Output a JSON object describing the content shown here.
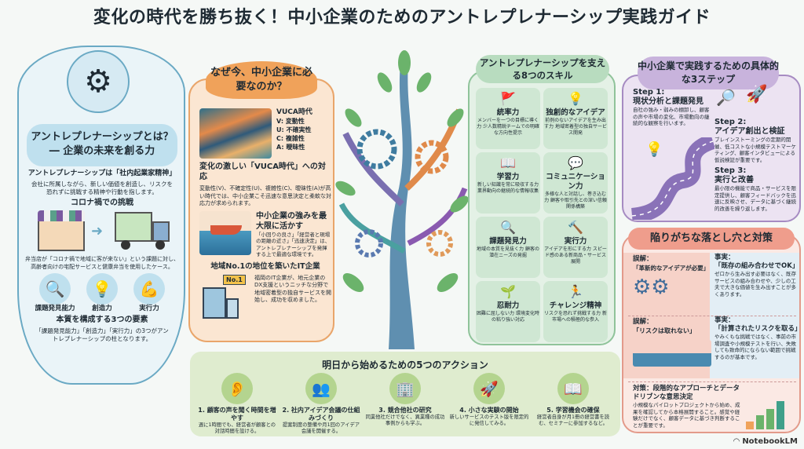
{
  "title": "変化の時代を勝ち抜く！中小企業のためのアントレプレナーシップ実践ガイド",
  "left": {
    "heading1": "アントレプレナーシップとは？",
    "heading2": "― 企業の未来を創る力",
    "def_title": "アントレプレナーシップは「社内起業家精神」",
    "def_text": "会社に所属しながら、新しい価値を創造し、リスクを恐れずに挑戦する精神や行動を指します。",
    "covid_title": "コロナ禍での挑戦",
    "covid_text": "弁当店が「コロナ禍で地域に客が来ない」という課題に対し、高齢者向けの宅配サービスと健康弁当を使用したケース。",
    "elements": [
      {
        "label": "課題発見能力",
        "icon": "magnifier"
      },
      {
        "label": "創造力",
        "icon": "lightbulb"
      },
      {
        "label": "実行力",
        "icon": "muscle"
      }
    ],
    "summary_title": "本質を構成する3つの要素",
    "summary_text": "「課題発見能力」「創造力」「実行力」の3つがアントレプレナーシップの柱となります。"
  },
  "why": {
    "heading": "なぜ今、中小企業に必要なのか？",
    "vuca_title": "VUCA時代",
    "vuca": [
      "V: 変動性",
      "U: 不確実性",
      "C: 複雑性",
      "A: 曖昧性"
    ],
    "s1_title": "変化の激しい「VUCA時代」への対応",
    "s1_text": "変動性(V)、不確定性(U)、複雑性(C)、曖昧性(A)が高い時代では、中小企業こそ迅速な意思決定と柔軟な対応力が求められます。",
    "s2_title": "中小企業の強みを最大限に活かす",
    "s2_text": "「小回りの良さ」「経営者と現場の距離の近さ」「迅速決定」は、アントレプレナーシップを発揮する上で最適な環境です。",
    "s3_title": "地域No.1の地位を築いたIT企業",
    "s3_badge": "No.1",
    "s3_text": "福岡のIT企業が、地元企業のDX支援というニッチな分野で地域密着型の独自サービスを開始し、成功を収めました。"
  },
  "skills": {
    "heading": "アントレプレナーシップを支える8つのスキル",
    "items": [
      {
        "name": "統率力",
        "desc": "メンバーを一つの目標に導く力 少人数精鋭チームでの明確な方向性提示",
        "icon": "flag"
      },
      {
        "name": "独創的なアイデア",
        "desc": "前例のないアイデアを生み出す力 地域密着型の独自サービス開発",
        "icon": "lightbulb-head"
      },
      {
        "name": "学習力",
        "desc": "新しい知識を常に吸収する力 業界動向の継続的な情報収集",
        "icon": "book"
      },
      {
        "name": "コミュニケーション力",
        "desc": "多様な人と対話し、巻き込む力 顧客や取引先との深い信頼関係構築",
        "icon": "chat"
      },
      {
        "name": "課題発見力",
        "desc": "地域の本質を見抜く力 顧客の潜在ニーズの発掘",
        "icon": "magnifier"
      },
      {
        "name": "実行力",
        "desc": "アイデアを形にする力 スピード感のある新商品・サービス展開",
        "icon": "hammer"
      },
      {
        "name": "忍耐力",
        "desc": "困難に屈しない力 環境変化時の粘り強い対応",
        "icon": "sprout"
      },
      {
        "name": "チャレンジ精神",
        "desc": "リスクを恐れず挑戦する力 新市場への積極的な参入",
        "icon": "runner"
      }
    ]
  },
  "steps": {
    "heading": "中小企業で実践するための具体的な3ステップ",
    "items": [
      {
        "label": "Step 1:",
        "title": "現状分析と課題発見",
        "text": "自社の強み・弱みの棚卸し、顧客の声や市場の変化、市場動向の継続的な観察を行います。"
      },
      {
        "label": "Step 2:",
        "title": "アイデア創出と検証",
        "text": "ブレインストーミングの定期的開催、低コストな小規模テストマーケティング、顧客インタビューによる仮説検証が重要です。"
      },
      {
        "label": "Step 3:",
        "title": "実行と改善",
        "text": "最小限の機能で商品・サービスを限定提供し、顧客フィードバックを迅速に反映させ、データに基づく継続的改善を繰り返します。"
      }
    ]
  },
  "pitfalls": {
    "heading": "陥りがちな落とし穴と対策",
    "items": [
      {
        "myth_label": "誤解：",
        "myth": "「革新的なアイデアが必要」",
        "fact_label": "事実：",
        "fact": "「既存の組み合わせでOK」",
        "text": "ゼロから生み出す必要はなく、既存サービスの組み合わせや、少しの工夫で大きな価値を生み出すことが多くあります。"
      },
      {
        "myth_label": "誤解：",
        "myth": "「リスクは取れない」",
        "fact_label": "事実：",
        "fact": "「計算されたリスクを取る」",
        "text": "やみくもな挑戦ではなく、事前の市場調査や小規模テストを行い、失敗しても致命的にならない範囲で挑戦するのが基本です。"
      }
    ],
    "solution_title": "対策：段階的なアプローチとデータドリブンな意思決定",
    "solution_text": "小規模なパイロットプロジェクトから始め、成果を確認してから本格展開すること。感覚や経験だけでなく、顧客データに基づき判断することが重要です。"
  },
  "actions": {
    "heading": "明日から始めるための5つのアクション",
    "items": [
      {
        "title": "1. 顧客の声を聞く時間を増やす",
        "text": "週に1時間でも、経営者が顧客との対話時間を設ける。",
        "icon": "ear"
      },
      {
        "title": "2. 社内アイデア会議の仕組みづくり",
        "text": "提案制度の整備や月1回のアイデア会議を開催する。",
        "icon": "meeting"
      },
      {
        "title": "3. 競合他社の研究",
        "text": "同業他社だけでなく、異業種の成功事例からも学ぶ。",
        "icon": "building-search"
      },
      {
        "title": "4. 小さな実験の開始",
        "text": "新しいサービスのテスト版を限定的に発信してみる。",
        "icon": "rocket-dish"
      },
      {
        "title": "5. 学習機会の確保",
        "text": "経営者自身が月1冊の経営書を読む、セミナーに参加するなど。",
        "icon": "book"
      }
    ]
  },
  "brand": "NotebookLM",
  "colors": {
    "blue": "#6aa9c4",
    "orange": "#f0a25a",
    "green": "#8fc39a",
    "purple": "#a68bc2",
    "red": "#ef9d8c",
    "lime": "#b4d48f"
  }
}
